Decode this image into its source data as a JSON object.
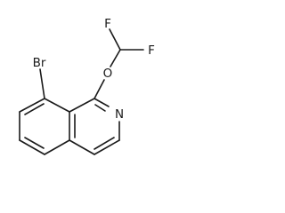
{
  "structure": {
    "atoms": {
      "br": "Br",
      "o": "O",
      "f1": "F",
      "f2": "F",
      "n": "N"
    }
  }
}
